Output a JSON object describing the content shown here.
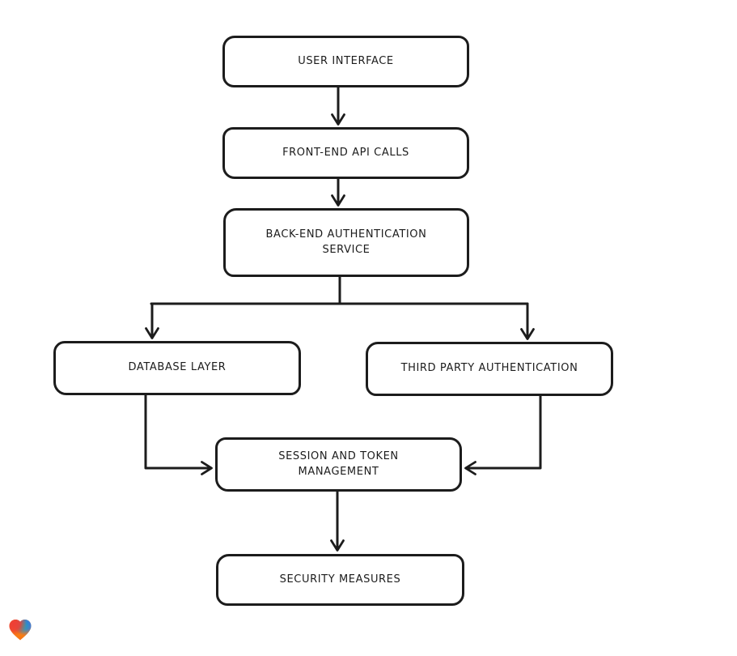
{
  "diagram": {
    "type": "flowchart",
    "style": "hand-drawn",
    "colors": {
      "stroke": "#1c1c1c",
      "node_fill": "#ffffff",
      "background": "#ffffff"
    },
    "nodes": [
      {
        "id": "user-interface",
        "label": "USER INTERFACE"
      },
      {
        "id": "front-end-api-calls",
        "label": "FRONT-END API CALLS"
      },
      {
        "id": "back-end-authentication-service",
        "label": "BACK-END AUTHENTICATION\nSERVICE"
      },
      {
        "id": "database-layer",
        "label": "DATABASE LAYER"
      },
      {
        "id": "third-party-authentication",
        "label": "THIRD PARTY AUTHENTICATION"
      },
      {
        "id": "session-and-token-management",
        "label": "SESSION AND TOKEN\nMANAGEMENT"
      },
      {
        "id": "security-measures",
        "label": "SECURITY MEASURES"
      }
    ],
    "edges": [
      {
        "from": "user-interface",
        "to": "front-end-api-calls"
      },
      {
        "from": "front-end-api-calls",
        "to": "back-end-authentication-service"
      },
      {
        "from": "back-end-authentication-service",
        "to": "database-layer"
      },
      {
        "from": "back-end-authentication-service",
        "to": "third-party-authentication"
      },
      {
        "from": "database-layer",
        "to": "session-and-token-management"
      },
      {
        "from": "third-party-authentication",
        "to": "session-and-token-management"
      },
      {
        "from": "session-and-token-management",
        "to": "security-measures"
      }
    ],
    "logo": {
      "name": "lovable-heart-logo",
      "colors": {
        "red": "#ee3e36",
        "blue": "#3079e3",
        "teal": "#13b8a6",
        "orange_top": "#f59e0b",
        "orange_bottom": "#f97316"
      }
    }
  }
}
